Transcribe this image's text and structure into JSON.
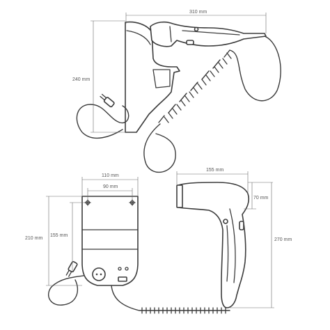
{
  "dimensions": {
    "top_width": "310 mm",
    "top_height": "240 mm",
    "holder_width": "110 mm",
    "holder_inner_width": "90 mm",
    "holder_height": "210 mm",
    "holder_inner_height": "155 mm",
    "dryer_width": "155 mm",
    "dryer_head_height": "70 mm",
    "dryer_height": "270 mm"
  },
  "colors": {
    "line": "#3b3b3b",
    "dimension": "#6b6b6b"
  }
}
